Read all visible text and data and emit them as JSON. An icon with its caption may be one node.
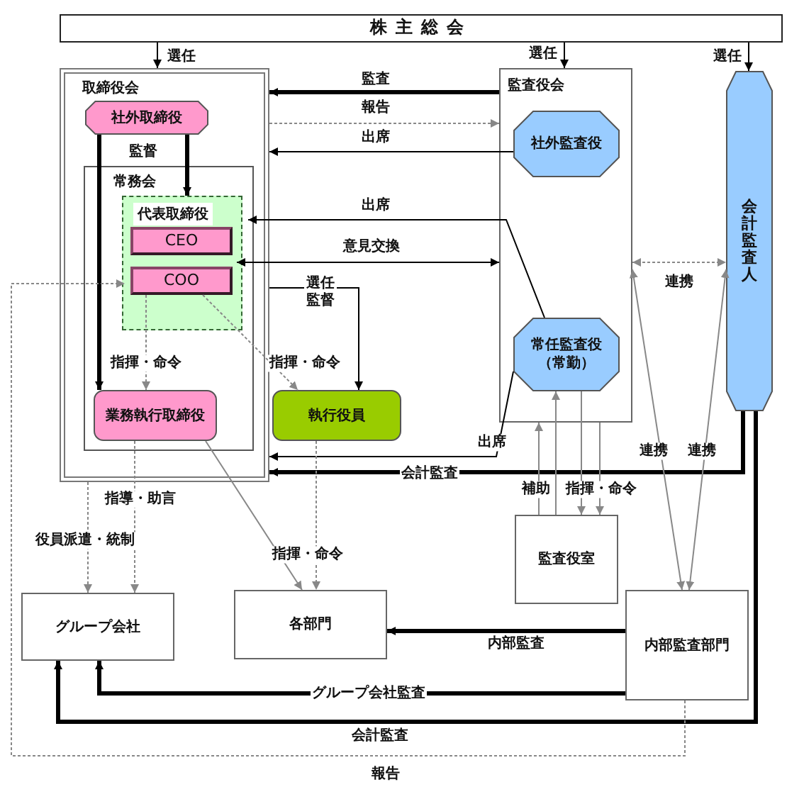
{
  "diagram": {
    "nodes": [
      {
        "text": [
          "株主総会"
        ]
      },
      {
        "text": [
          "取締役会"
        ]
      },
      {
        "text": [
          "社外取締役"
        ],
        "in": 1
      },
      {
        "text": [
          "常務会"
        ],
        "in": 1
      },
      {
        "text": [
          "代表取締役"
        ],
        "in": 3
      },
      {
        "text": [
          "CEO"
        ],
        "in": 4
      },
      {
        "text": [
          "COO"
        ],
        "in": 4
      },
      {
        "text": [
          "業務執行取締役"
        ],
        "in": 3
      },
      {
        "text": [
          "執行役員"
        ]
      },
      {
        "text": [
          "監査役会"
        ]
      },
      {
        "text": [
          "社外監査役"
        ],
        "in": 9
      },
      {
        "text": [
          "常任監査役（常勤）"
        ],
        "in": 9
      },
      {
        "text": [
          "会計監査人"
        ]
      },
      {
        "text": [
          "監査役室"
        ]
      },
      {
        "text": [
          "内部監査部門"
        ]
      },
      {
        "text": [
          "グループ会社"
        ]
      },
      {
        "text": [
          "各部門"
        ]
      }
    ],
    "edges": [
      {
        "from": 0,
        "to": 1,
        "arrow": "to",
        "label": "選任"
      },
      {
        "from": 0,
        "to": 9,
        "arrow": "to",
        "label": "選任"
      },
      {
        "from": 0,
        "to": 12,
        "arrow": "to",
        "label": "選任"
      },
      {
        "from": 9,
        "to": 1,
        "arrow": "to",
        "label": "監査",
        "style": "thick"
      },
      {
        "from": 1,
        "to": 9,
        "arrow": "to",
        "label": "報告",
        "style": "dashed",
        "color": "#888888"
      },
      {
        "from": 10,
        "to": 1,
        "arrow": "to",
        "label": "出席"
      },
      {
        "from": 11,
        "to": 3,
        "arrow": "to",
        "label": "出席"
      },
      {
        "from": 4,
        "to": 9,
        "arrow": "both",
        "label": "意見交換"
      },
      {
        "from": 1,
        "to": 8,
        "arrow": "to",
        "label": "選任監督"
      },
      {
        "from": 2,
        "to": 7,
        "arrow": "to",
        "label": "監督",
        "style": "thick"
      },
      {
        "from": 2,
        "to": 4,
        "arrow": "to",
        "style": "thick"
      },
      {
        "from": 6,
        "to": 7,
        "arrow": "to",
        "label": "指揮・命令",
        "style": "dashed",
        "color": "#888888"
      },
      {
        "from": 6,
        "to": 8,
        "arrow": "to",
        "label": "指揮・命令",
        "style": "dashed",
        "color": "#888888"
      },
      {
        "from": 11,
        "to": 1,
        "arrow": "to",
        "label": "出席"
      },
      {
        "from": 12,
        "to": 1,
        "arrow": "to",
        "label": "会計監査",
        "style": "thick"
      },
      {
        "from": 13,
        "to": 9,
        "arrow": "to",
        "label": "補助",
        "color": "#888888"
      },
      {
        "from": 13,
        "to": 11,
        "arrow": "to",
        "color": "#888888"
      },
      {
        "from": 11,
        "to": 13,
        "arrow": "to",
        "label": "指揮・命令",
        "color": "#888888"
      },
      {
        "from": 9,
        "to": 13,
        "arrow": "to",
        "color": "#888888"
      },
      {
        "from": 9,
        "to": 12,
        "arrow": "both",
        "label": "連携",
        "style": "dashed",
        "color": "#888888"
      },
      {
        "from": 9,
        "to": 14,
        "arrow": "both",
        "label": "連携",
        "color": "#888888"
      },
      {
        "from": 12,
        "to": 14,
        "arrow": "both",
        "label": "連携",
        "color": "#888888"
      },
      {
        "from": 1,
        "to": 15,
        "arrow": "to",
        "label": "役員派遣・統制",
        "style": "dashed",
        "color": "#888888"
      },
      {
        "from": 7,
        "to": 15,
        "arrow": "to",
        "label": "指導・助言",
        "style": "dashed",
        "color": "#888888"
      },
      {
        "from": 7,
        "to": 16,
        "arrow": "to",
        "color": "#888888"
      },
      {
        "from": 8,
        "to": 16,
        "arrow": "to",
        "label": "指揮・命令",
        "style": "dashed",
        "color": "#888888"
      },
      {
        "from": 14,
        "to": 16,
        "arrow": "to",
        "label": "内部監査",
        "style": "thick"
      },
      {
        "from": 14,
        "to": 15,
        "arrow": "to",
        "label": "グループ会社監査",
        "style": "thick"
      },
      {
        "from": 12,
        "to": 15,
        "arrow": "to",
        "label": "会計監査",
        "style": "thick"
      },
      {
        "from": 14,
        "to": 6,
        "arrow": "to",
        "label": "報告",
        "style": "dashed",
        "color": "#888888"
      }
    ]
  }
}
